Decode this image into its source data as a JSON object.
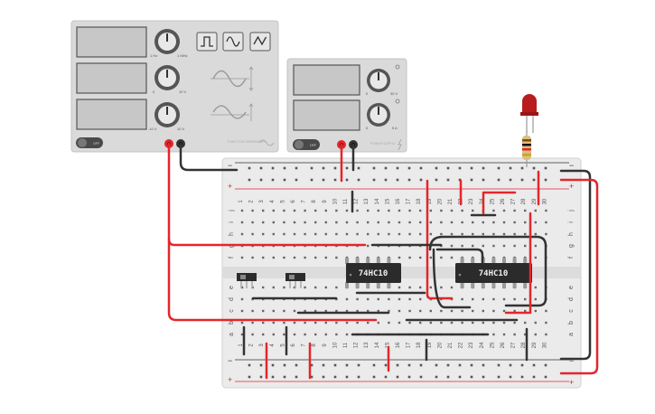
{
  "colors": {
    "wire_red": "#e3262c",
    "wire_black": "#333333",
    "breadboard": "#ebebeb",
    "instrument": "#d9d9d9",
    "screen": "#c6c6c6",
    "chip": "#2b2b2b",
    "led": "#b81c1c"
  },
  "function_generator": {
    "toggle_label": "OFF",
    "freq_min": "1 Hz",
    "freq_max": "1 MHz",
    "amp_min": "0",
    "amp_max": "10 V",
    "offset_min": "-10 V",
    "offset_max": "10 V",
    "brand": "FUNCTION GENERATOR",
    "wave_buttons": [
      "square-wave-icon",
      "sine-wave-icon",
      "triangle-wave-icon"
    ]
  },
  "power_supply": {
    "toggle_label": "OFF",
    "knob1_min": "0",
    "knob1_max": "30 V",
    "knob2_min": "0",
    "knob2_max": "5 A",
    "brand": "POWER SUPPLY"
  },
  "breadboard": {
    "row_letters_top": [
      "j",
      "i",
      "h",
      "g",
      "f"
    ],
    "row_letters_bottom": [
      "e",
      "d",
      "c",
      "b",
      "a"
    ],
    "column_numbers": [
      "1",
      "2",
      "3",
      "4",
      "5",
      "6",
      "7",
      "8",
      "9",
      "10",
      "11",
      "12",
      "13",
      "14",
      "15",
      "16",
      "17",
      "18",
      "19",
      "20",
      "21",
      "22",
      "23",
      "24",
      "25",
      "26",
      "27",
      "28",
      "29",
      "30"
    ],
    "rail_plus": "+",
    "rail_minus": "−"
  },
  "chips": [
    {
      "label": "74HC10"
    },
    {
      "label": "74HC10"
    }
  ]
}
